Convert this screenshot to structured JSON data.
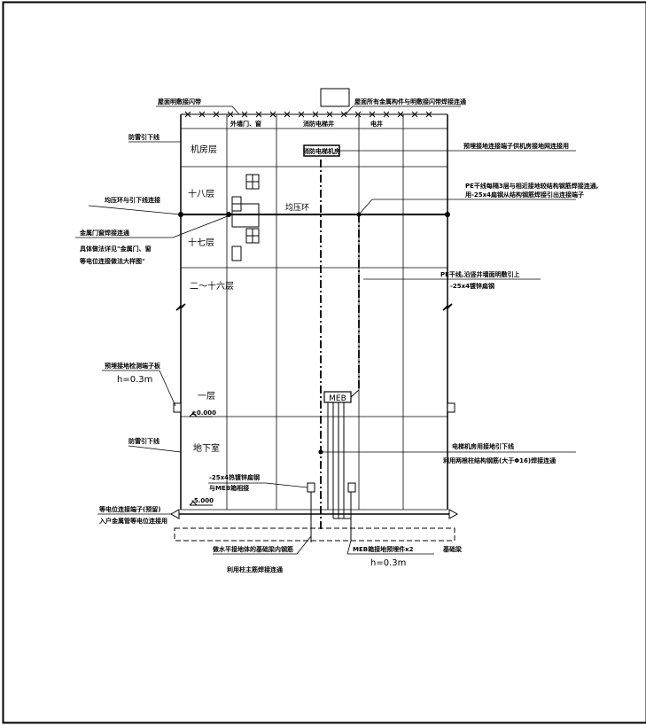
{
  "labels": {
    "roof_rod": "屋面明敷接闪带",
    "roof_metal": "屋面所有金属构件与明敷接闪带焊接连通",
    "col_wall_door": "外墙门、窗",
    "col_elevator": "消防电梯井",
    "col_shaft": "电井",
    "lightning_down_top": "防雷引下线",
    "machine_room": "机房层",
    "elevator_box": "消防电梯机房",
    "terminal_machine": "预埋接地连接端子供机房接地网连接用",
    "floor18": "十八层",
    "equal_ring_conn": "均压环与引下线连接",
    "equal_ring": "均压环",
    "pe_line_3": "PE干线每隔3层与相近接地较结构钢筋焊接连通,",
    "pe_line_3b": "用-25x4扁钢从结构钢筋焊接引出连接端子",
    "metal_door_1": "金属门窗焊接连通",
    "metal_door_2": "具体做法详见\"金属门、窗",
    "metal_door_3": "等电位连接做法大样图\"",
    "floor17": "十七层",
    "floor2_16": "二～十六层",
    "pe_trunk_1": "PE干线,沿竖井墙面明敷引上",
    "pe_trunk_2": "-25x4镀锌扁钢",
    "test_terminal": "预埋接地检测端子板",
    "h_test": "h=0.3m",
    "floor1": "一层",
    "meb": "MEB",
    "level_0": "±0.000",
    "lightning_down_bottom": "防雷引下线",
    "basement": "地下室",
    "elevator_down_1": "电梯机房用接地引下线",
    "elevator_down_2": "利用两根柱结构钢筋(大于Φ16)焊接连通",
    "flat_steel_1": "-25x4热镀锌扁钢",
    "flat_steel_2": "与MEB箱相接",
    "level_m5": "-5.000",
    "equi_terminal": "等电位连接端子(预留)",
    "entry_pipe": "入户金属管等电位连接用",
    "foundation_rebar": "做水平接地体的基础梁内钢筋",
    "column_rebar": "利用柱主筋焊接连通",
    "meb_buried": "MEB箱接地预埋件x2",
    "h_meb": "h=0.3m",
    "foundation_beam": "基础梁"
  }
}
